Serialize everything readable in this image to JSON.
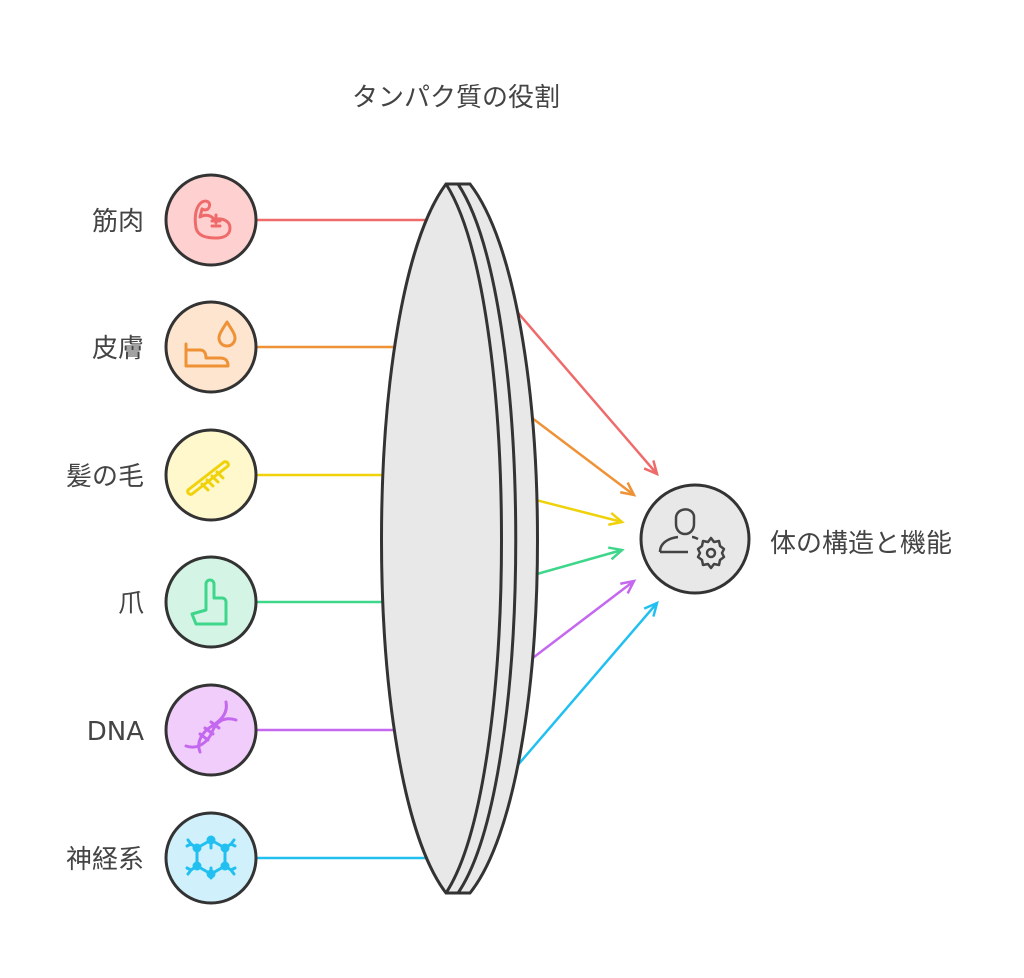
{
  "title": "タンパク質の役割",
  "target": {
    "label": "体の構造と機能",
    "icon": "person-gear-icon"
  },
  "items": [
    {
      "label": "筋肉",
      "icon": "muscle-icon",
      "color": "#ef6b6b",
      "fill": "#ffd0d0"
    },
    {
      "label": "皮膚",
      "icon": "hand-drop-icon",
      "color": "#ef9236",
      "fill": "#fde5d0"
    },
    {
      "label": "髪の毛",
      "icon": "comb-icon",
      "color": "#f0d20a",
      "fill": "#fff8cc"
    },
    {
      "label": "爪",
      "icon": "finger-icon",
      "color": "#3ed68a",
      "fill": "#d4f5e5"
    },
    {
      "label": "DNA",
      "icon": "dna-icon",
      "color": "#c468ef",
      "fill": "#f0cdfb"
    },
    {
      "label": "神経系",
      "icon": "molecule-icon",
      "color": "#22c0f0",
      "fill": "#d0f1fc"
    }
  ]
}
